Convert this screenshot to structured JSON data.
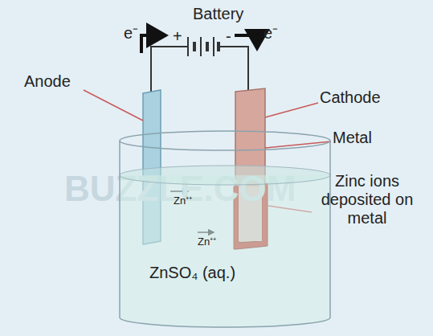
{
  "diagram": {
    "nodes": [
      {
        "text": [
          "ZnSO₄ (aq.)"
        ]
      }
    ],
    "labels": [
      "BUZZLE.COM",
      "Battery",
      "+",
      "-",
      "e⁻",
      "e⁻",
      "Anode",
      "Cathode",
      "Metal",
      "Zinc ions deposited on metal",
      "Zn⁺⁺",
      "Zn⁺⁺"
    ]
  }
}
